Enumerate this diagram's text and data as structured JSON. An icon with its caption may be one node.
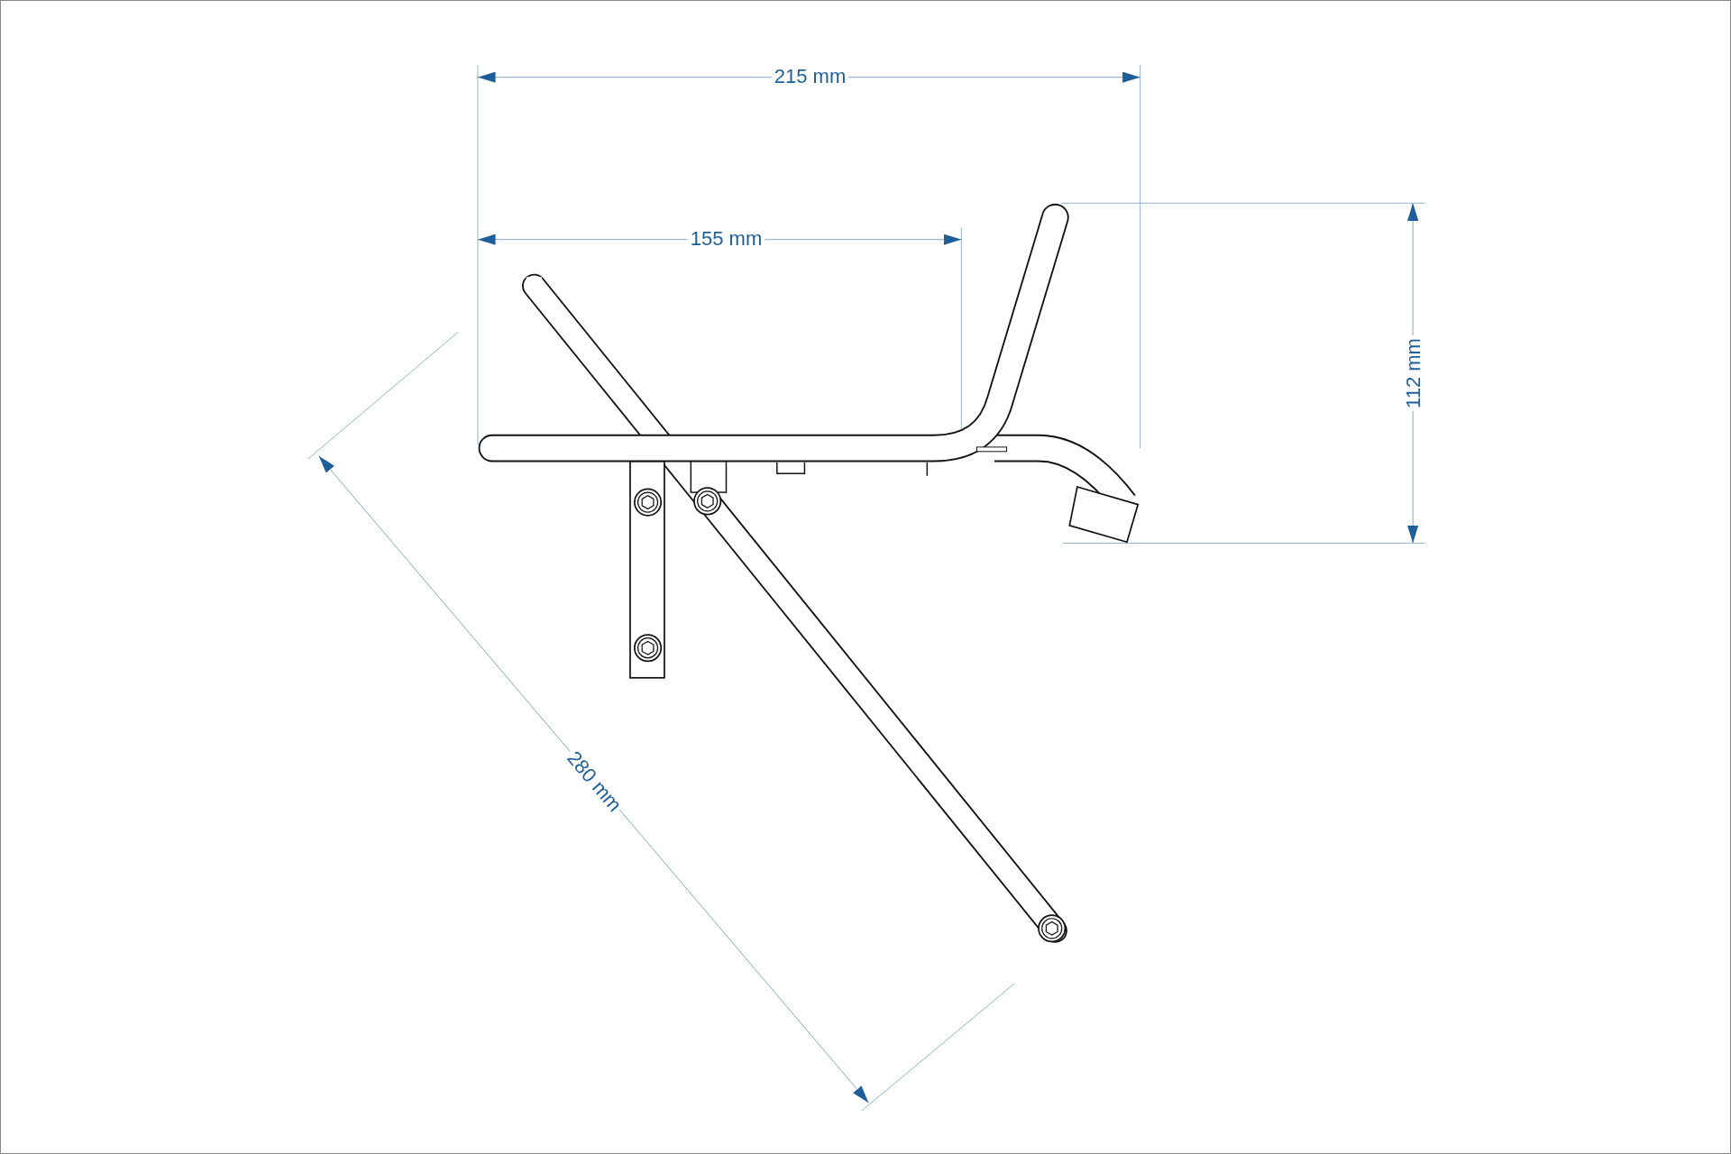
{
  "diagram": {
    "labels": [
      "215 mm",
      "155 mm",
      "112 mm",
      "280 mm"
    ]
  }
}
